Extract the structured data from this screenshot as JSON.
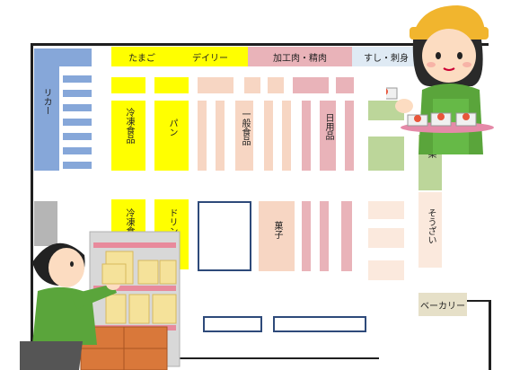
{
  "floor_plan": {
    "top_sections": {
      "eggs": "たまご",
      "dairy": "デイリー",
      "processed_meat": "加工肉・精肉",
      "sushi_sashimi": "すし・刺身"
    },
    "left_sections": {
      "liquor": "リカー"
    },
    "aisle_labels": {
      "frozen_food_top": "冷凍食品",
      "bread": "パン",
      "general_food": "一般食品",
      "daily_goods": "日用品",
      "frozen_food_bottom": "冷凍食",
      "drinks": "ドリン",
      "snacks": "菓子"
    },
    "right_sections": {
      "vegetables_partial": "菜",
      "deli": "そうざい",
      "bakery": "ベーカリー"
    }
  },
  "colors": {
    "yellow": "#ffff00",
    "peach": "#f7d6c3",
    "rose": "#e9b3b9",
    "liquor_blue": "#86a7d9",
    "produce_green": "#bcd69a",
    "deli_beige": "#fbe9dd",
    "outline_blue": "#2e4a7a"
  },
  "icons": {
    "staff_woman": "clerk-with-tray-illustration",
    "staff_man": "clerk-stocking-shelf-illustration"
  }
}
